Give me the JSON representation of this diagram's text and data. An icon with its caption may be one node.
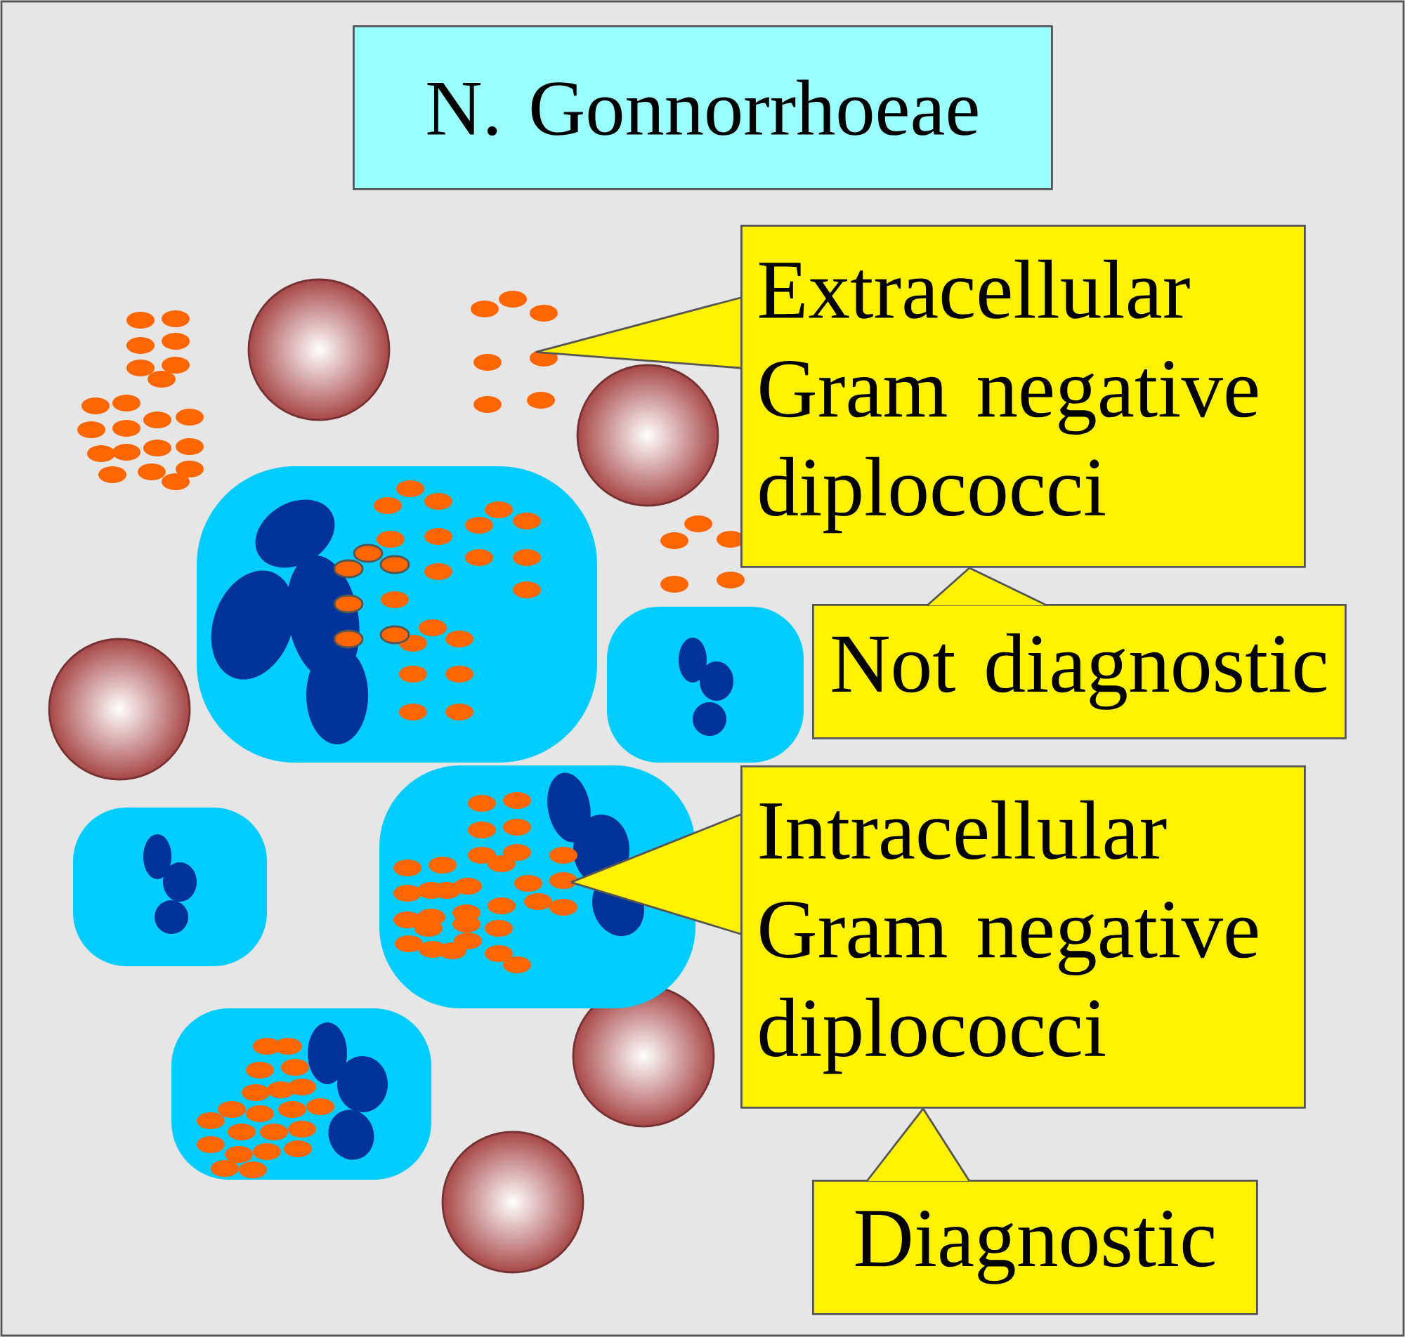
{
  "diagram": {
    "nodes": [
      {
        "text": [
          "N. Gonnorrhoeae"
        ]
      },
      {
        "text": [
          "Extracellular Gram negative diplococci"
        ]
      },
      {
        "text": [
          "Not diagnostic"
        ]
      },
      {
        "text": [
          "Intracellular Gram negative diplococci"
        ]
      },
      {
        "text": [
          "Diagnostic"
        ]
      },
      {
        "text": [],
        "shape": "picture"
      },
      {
        "text": [],
        "shape": "picture"
      }
    ],
    "edges": [
      {
        "from": 1,
        "to": 5,
        "arrow": "none"
      },
      {
        "from": 2,
        "to": 1,
        "arrow": "none"
      },
      {
        "from": 3,
        "to": 6,
        "arrow": "none"
      },
      {
        "from": 4,
        "to": 3,
        "arrow": "none"
      }
    ]
  }
}
